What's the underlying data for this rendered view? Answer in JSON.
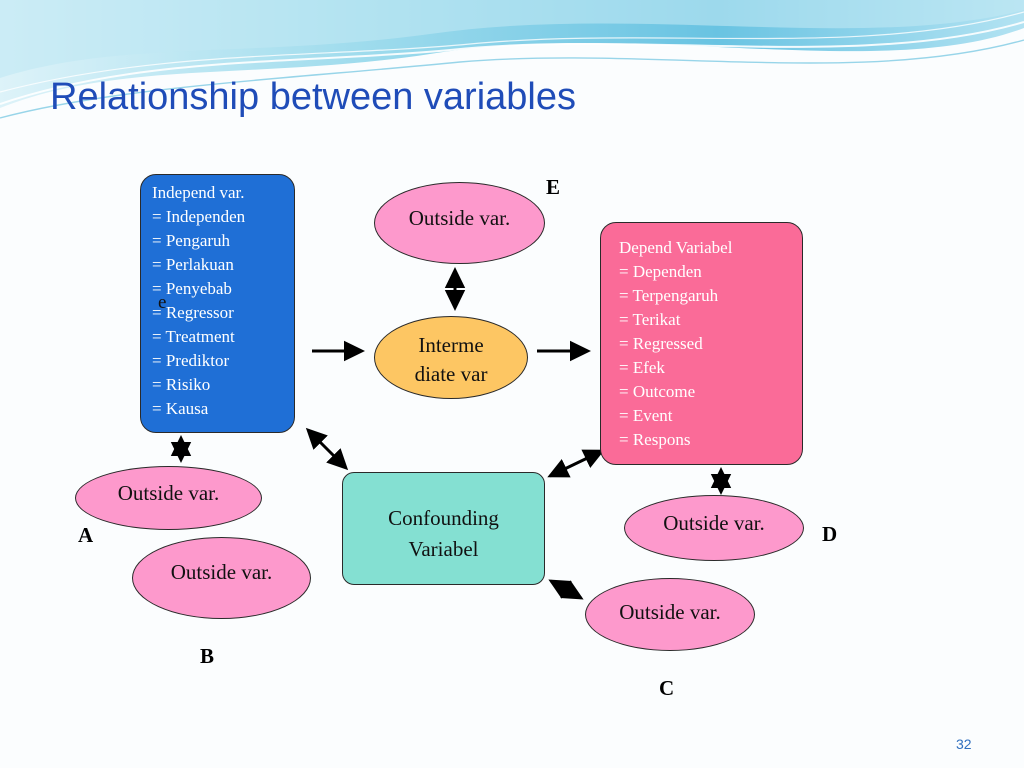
{
  "slide": {
    "title": "Relationship between variables",
    "page_number": "32"
  },
  "independent_variable": {
    "lines": [
      "Independ var.",
      "= Independen",
      "= Pengaruh",
      "= Perlakuan",
      "= Penyebab",
      "= Regressor",
      "= Treatment",
      "= Prediktor",
      "= Risiko",
      "= Kausa"
    ],
    "stray_char": "e"
  },
  "dependent_variable": {
    "lines": [
      "Depend Variabel",
      "= Dependen",
      "= Terpengaruh",
      "= Terikat",
      "= Regressed",
      "= Efek",
      "= Outcome",
      "= Event",
      "= Respons"
    ]
  },
  "intermediate_variable": {
    "line1": "Interme",
    "line2": "diate var"
  },
  "confounding_variable": {
    "line1": "Confounding",
    "line2": "Variabel"
  },
  "outside_variables": {
    "e": "Outside var.",
    "a": "Outside var.",
    "b": "Outside var.",
    "c": "Outside var.",
    "d": "Outside var."
  },
  "letter_labels": {
    "a": "A",
    "b": "B",
    "c": "C",
    "d": "D",
    "e": "E"
  },
  "colors": {
    "title": "#1f4cb8",
    "independent_fill": "#1f6fd6",
    "dependent_fill": "#fa6b98",
    "outside_fill": "#fd99cc",
    "intermediate_fill": "#fdc663",
    "confounding_fill": "#84e0d2",
    "wave_accent": "#4fb9dd"
  }
}
